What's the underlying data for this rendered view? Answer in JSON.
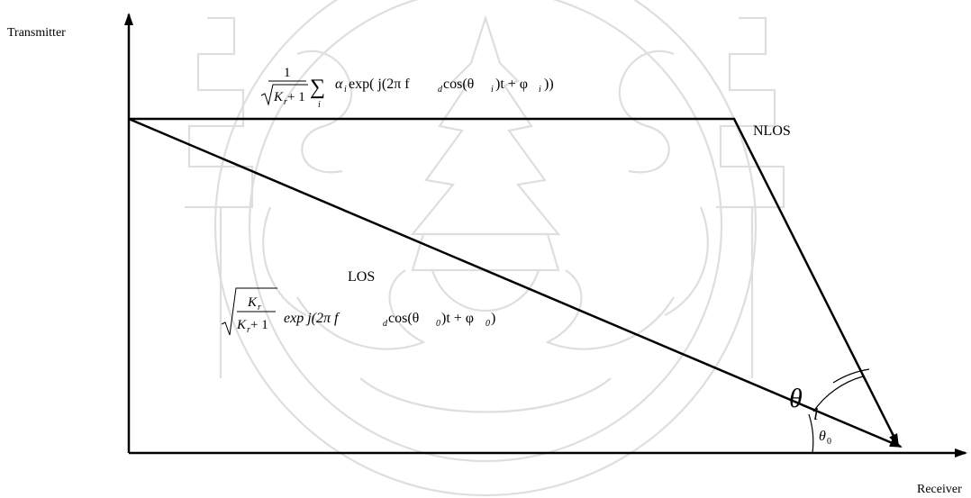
{
  "axes": {
    "y_label": "Transmitter",
    "x_label": "Receiver"
  },
  "paths": {
    "nlos_label": "NLOS",
    "los_label": "LOS"
  },
  "equations": {
    "nlos_numerator": "1",
    "nlos_denominator": "K",
    "nlos_denominator_sub": "r",
    "nlos_denominator_rest": " + 1",
    "nlos_sum": "∑",
    "nlos_sum_index": "i",
    "nlos_body_a": "α",
    "nlos_body_a_sub": "i",
    "nlos_body_b": " exp( j(2π f",
    "nlos_body_b_sub": "d",
    "nlos_body_c": " cos(θ",
    "nlos_body_c_sub": "i",
    "nlos_body_d": ")t + φ",
    "nlos_body_d_sub": "i",
    "nlos_body_e": "))",
    "los_num": "K",
    "los_num_sub": "r",
    "los_den": "K",
    "los_den_sub": "r",
    "los_den_rest": " + 1",
    "los_body_a": "exp j(2π f",
    "los_body_a_sub": "d",
    "los_body_b": " cos(θ",
    "los_body_b_sub": "0",
    "los_body_c": ")t + φ",
    "los_body_c_sub": "0",
    "los_body_d": ")"
  },
  "angles": {
    "theta_i": "θ",
    "theta_i_sub": "i",
    "theta_0": "θ",
    "theta_0_sub": "0"
  },
  "watermark": {
    "description_icon": "university-seal-watermark-icon"
  }
}
